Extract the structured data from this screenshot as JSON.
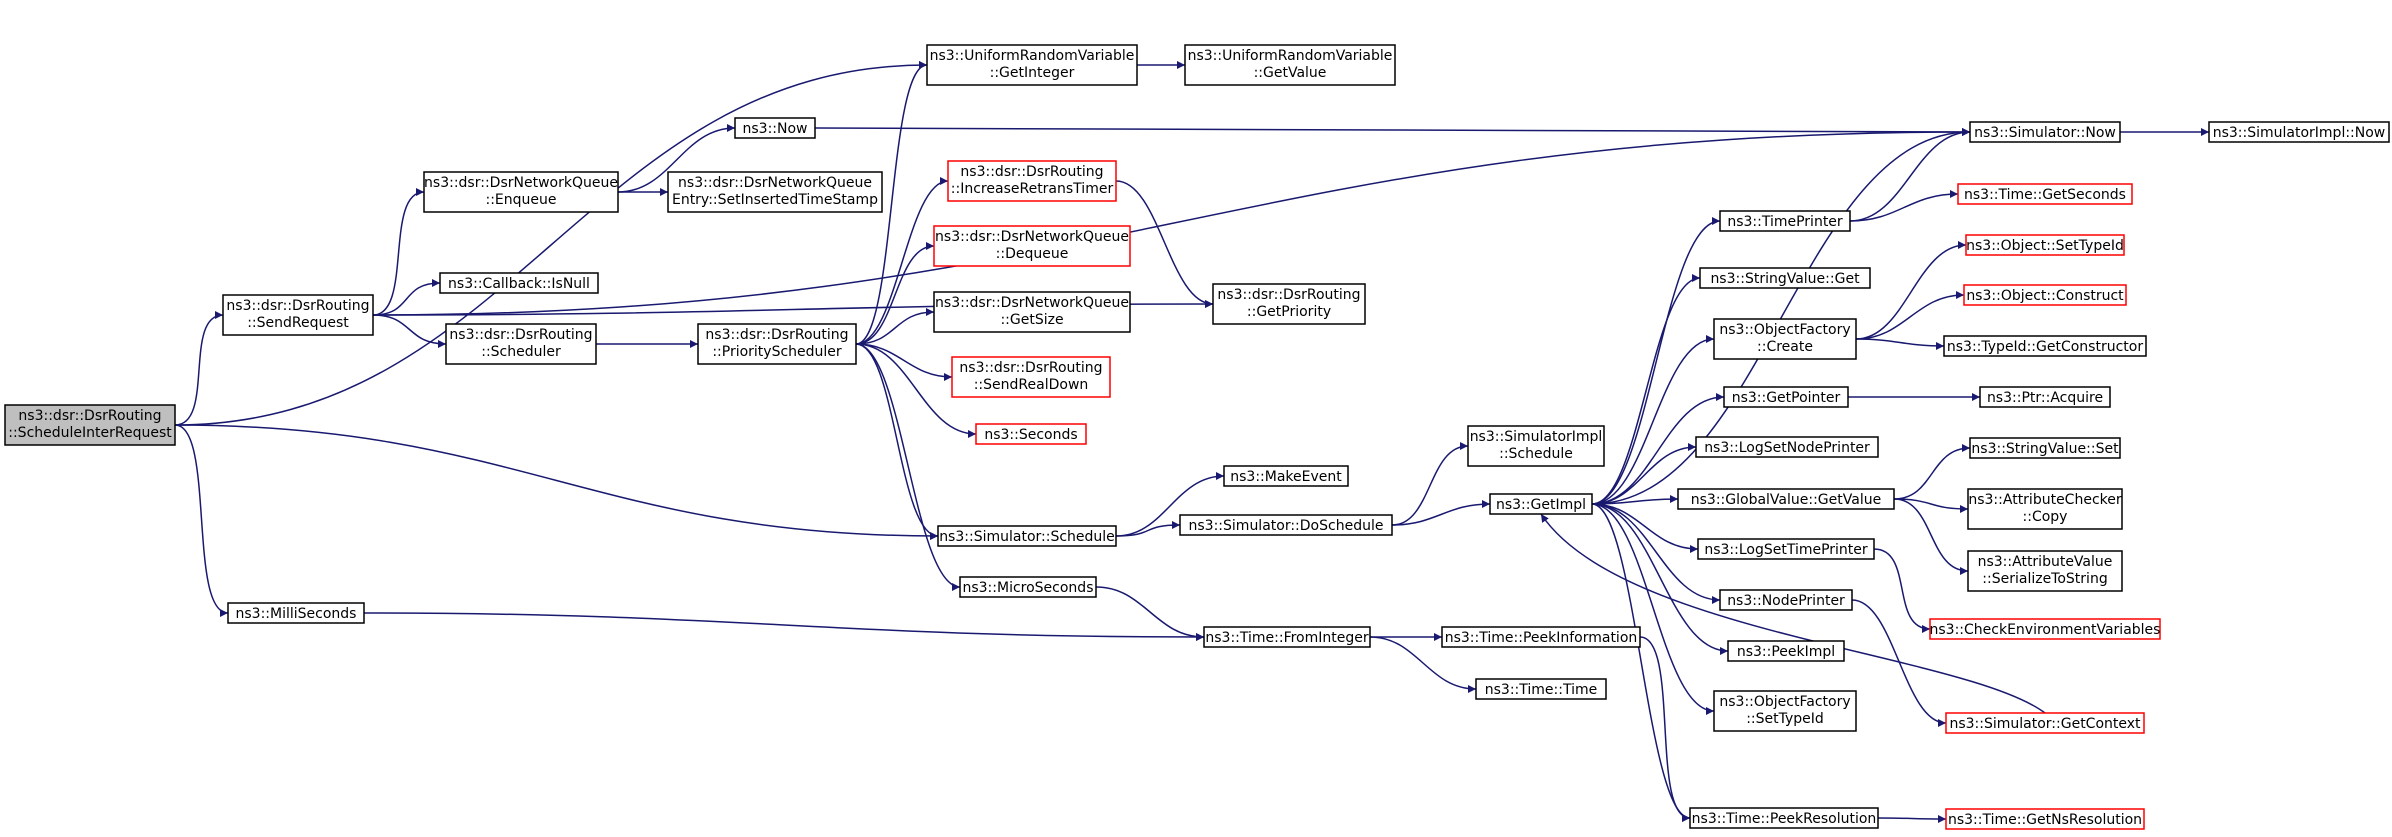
{
  "title": "",
  "colors": {
    "edge": "#191970",
    "normal_border": "#000000",
    "truncated_border": "#ff0000",
    "root_fill": "#bfbfbf"
  },
  "nodes": [
    {
      "id": "root",
      "lines": [
        "ns3::dsr::DsrRouting",
        "::ScheduleInterRequest"
      ],
      "style": "root"
    },
    {
      "id": "sendreq",
      "lines": [
        "ns3::dsr::DsrRouting",
        "::SendRequest"
      ],
      "style": "normal"
    },
    {
      "id": "millis",
      "lines": [
        "ns3::MilliSeconds"
      ],
      "style": "normal"
    },
    {
      "id": "enqueue",
      "lines": [
        "ns3::dsr::DsrNetworkQueue",
        "::Enqueue"
      ],
      "style": "normal"
    },
    {
      "id": "isnull",
      "lines": [
        "ns3::Callback::IsNull"
      ],
      "style": "normal"
    },
    {
      "id": "scheduler",
      "lines": [
        "ns3::dsr::DsrRouting",
        "::Scheduler"
      ],
      "style": "normal"
    },
    {
      "id": "now3",
      "lines": [
        "ns3::Now"
      ],
      "style": "normal"
    },
    {
      "id": "setins",
      "lines": [
        "ns3::dsr::DsrNetworkQueue",
        "Entry::SetInsertedTimeStamp"
      ],
      "style": "normal"
    },
    {
      "id": "prio",
      "lines": [
        "ns3::dsr::DsrRouting",
        "::PriorityScheduler"
      ],
      "style": "normal"
    },
    {
      "id": "getint",
      "lines": [
        "ns3::UniformRandomVariable",
        "::GetInteger"
      ],
      "style": "normal"
    },
    {
      "id": "getval",
      "lines": [
        "ns3::UniformRandomVariable",
        "::GetValue"
      ],
      "style": "normal"
    },
    {
      "id": "incretrans",
      "lines": [
        "ns3::dsr::DsrRouting",
        "::IncreaseRetransTimer"
      ],
      "style": "red"
    },
    {
      "id": "dequeue",
      "lines": [
        "ns3::dsr::DsrNetworkQueue",
        "::Dequeue"
      ],
      "style": "red"
    },
    {
      "id": "getsize",
      "lines": [
        "ns3::dsr::DsrNetworkQueue",
        "::GetSize"
      ],
      "style": "normal"
    },
    {
      "id": "sendrealdown",
      "lines": [
        "ns3::dsr::DsrRouting",
        "::SendRealDown"
      ],
      "style": "red"
    },
    {
      "id": "seconds",
      "lines": [
        "ns3::Seconds"
      ],
      "style": "red"
    },
    {
      "id": "getprio",
      "lines": [
        "ns3::dsr::DsrRouting",
        "::GetPriority"
      ],
      "style": "normal"
    },
    {
      "id": "simsched",
      "lines": [
        "ns3::Simulator::Schedule"
      ],
      "style": "normal"
    },
    {
      "id": "micros",
      "lines": [
        "ns3::MicroSeconds"
      ],
      "style": "normal"
    },
    {
      "id": "makeevent",
      "lines": [
        "ns3::MakeEvent"
      ],
      "style": "normal"
    },
    {
      "id": "dosched",
      "lines": [
        "ns3::Simulator::DoSchedule"
      ],
      "style": "normal"
    },
    {
      "id": "fromint",
      "lines": [
        "ns3::Time::FromInteger"
      ],
      "style": "normal"
    },
    {
      "id": "implsched",
      "lines": [
        "ns3::SimulatorImpl",
        "::Schedule"
      ],
      "style": "normal"
    },
    {
      "id": "getimpl",
      "lines": [
        "ns3::GetImpl"
      ],
      "style": "normal"
    },
    {
      "id": "peekinfo",
      "lines": [
        "ns3::Time::PeekInformation"
      ],
      "style": "normal"
    },
    {
      "id": "timetime",
      "lines": [
        "ns3::Time::Time"
      ],
      "style": "normal"
    },
    {
      "id": "timeprinter",
      "lines": [
        "ns3::TimePrinter"
      ],
      "style": "normal"
    },
    {
      "id": "svget",
      "lines": [
        "ns3::StringValue::Get"
      ],
      "style": "normal"
    },
    {
      "id": "ofcreate",
      "lines": [
        "ns3::ObjectFactory",
        "::Create"
      ],
      "style": "normal"
    },
    {
      "id": "getpointer",
      "lines": [
        "ns3::GetPointer"
      ],
      "style": "normal"
    },
    {
      "id": "lognode",
      "lines": [
        "ns3::LogSetNodePrinter"
      ],
      "style": "normal"
    },
    {
      "id": "gvgetvalue",
      "lines": [
        "ns3::GlobalValue::GetValue"
      ],
      "style": "normal"
    },
    {
      "id": "logtime",
      "lines": [
        "ns3::LogSetTimePrinter"
      ],
      "style": "normal"
    },
    {
      "id": "nodeprinter",
      "lines": [
        "ns3::NodePrinter"
      ],
      "style": "normal"
    },
    {
      "id": "peekimpl",
      "lines": [
        "ns3::PeekImpl"
      ],
      "style": "normal"
    },
    {
      "id": "ofsettype",
      "lines": [
        "ns3::ObjectFactory",
        "::SetTypeId"
      ],
      "style": "normal"
    },
    {
      "id": "peekres",
      "lines": [
        "ns3::Time::PeekResolution"
      ],
      "style": "normal"
    },
    {
      "id": "simnow",
      "lines": [
        "ns3::Simulator::Now"
      ],
      "style": "normal"
    },
    {
      "id": "implnow",
      "lines": [
        "ns3::SimulatorImpl::Now"
      ],
      "style": "normal"
    },
    {
      "id": "getsec",
      "lines": [
        "ns3::Time::GetSeconds"
      ],
      "style": "red"
    },
    {
      "id": "objsettype",
      "lines": [
        "ns3::Object::SetTypeId"
      ],
      "style": "red"
    },
    {
      "id": "objconstruct",
      "lines": [
        "ns3::Object::Construct"
      ],
      "style": "red"
    },
    {
      "id": "getctor",
      "lines": [
        "ns3::TypeId::GetConstructor"
      ],
      "style": "normal"
    },
    {
      "id": "ptracquire",
      "lines": [
        "ns3::Ptr::Acquire"
      ],
      "style": "normal"
    },
    {
      "id": "svset",
      "lines": [
        "ns3::StringValue::Set"
      ],
      "style": "normal"
    },
    {
      "id": "acheck",
      "lines": [
        "ns3::AttributeChecker",
        "::Copy"
      ],
      "style": "normal"
    },
    {
      "id": "avser",
      "lines": [
        "ns3::AttributeValue",
        "::SerializeToString"
      ],
      "style": "normal"
    },
    {
      "id": "checkenv",
      "lines": [
        "ns3::CheckEnvironmentVariables"
      ],
      "style": "red"
    },
    {
      "id": "getctx",
      "lines": [
        "ns3::Simulator::GetContext"
      ],
      "style": "red"
    },
    {
      "id": "getnsres",
      "lines": [
        "ns3::Time::GetNsResolution"
      ],
      "style": "red"
    }
  ],
  "edges": [
    [
      "root",
      "sendreq"
    ],
    [
      "root",
      "millis"
    ],
    [
      "root",
      "getint"
    ],
    [
      "root",
      "simsched"
    ],
    [
      "sendreq",
      "enqueue"
    ],
    [
      "sendreq",
      "isnull"
    ],
    [
      "sendreq",
      "scheduler"
    ],
    [
      "sendreq",
      "simnow"
    ],
    [
      "sendreq",
      "getprio"
    ],
    [
      "enqueue",
      "now3"
    ],
    [
      "enqueue",
      "setins"
    ],
    [
      "now3",
      "simnow"
    ],
    [
      "scheduler",
      "prio"
    ],
    [
      "prio",
      "getint"
    ],
    [
      "prio",
      "incretrans"
    ],
    [
      "prio",
      "dequeue"
    ],
    [
      "prio",
      "getsize"
    ],
    [
      "prio",
      "sendrealdown"
    ],
    [
      "prio",
      "seconds"
    ],
    [
      "prio",
      "simsched"
    ],
    [
      "prio",
      "micros"
    ],
    [
      "getint",
      "getval"
    ],
    [
      "incretrans",
      "getprio"
    ],
    [
      "simsched",
      "makeevent"
    ],
    [
      "simsched",
      "dosched"
    ],
    [
      "millis",
      "fromint"
    ],
    [
      "micros",
      "fromint"
    ],
    [
      "dosched",
      "implsched"
    ],
    [
      "dosched",
      "getimpl"
    ],
    [
      "fromint",
      "peekinfo"
    ],
    [
      "fromint",
      "timetime"
    ],
    [
      "peekinfo",
      "peekres"
    ],
    [
      "getimpl",
      "simnow"
    ],
    [
      "getimpl",
      "timeprinter"
    ],
    [
      "getimpl",
      "svget"
    ],
    [
      "getimpl",
      "ofcreate"
    ],
    [
      "getimpl",
      "getpointer"
    ],
    [
      "getimpl",
      "lognode"
    ],
    [
      "getimpl",
      "gvgetvalue"
    ],
    [
      "getimpl",
      "logtime"
    ],
    [
      "getimpl",
      "nodeprinter"
    ],
    [
      "getimpl",
      "peekimpl"
    ],
    [
      "getimpl",
      "ofsettype"
    ],
    [
      "getimpl",
      "peekres"
    ],
    [
      "timeprinter",
      "simnow"
    ],
    [
      "timeprinter",
      "getsec"
    ],
    [
      "ofcreate",
      "objsettype"
    ],
    [
      "ofcreate",
      "objconstruct"
    ],
    [
      "ofcreate",
      "getctor"
    ],
    [
      "getpointer",
      "ptracquire"
    ],
    [
      "gvgetvalue",
      "svset"
    ],
    [
      "gvgetvalue",
      "acheck"
    ],
    [
      "gvgetvalue",
      "avser"
    ],
    [
      "logtime",
      "checkenv"
    ],
    [
      "nodeprinter",
      "getctx"
    ],
    [
      "getctx",
      "getimpl"
    ],
    [
      "peekres",
      "getnsres"
    ],
    [
      "simnow",
      "implnow"
    ]
  ]
}
